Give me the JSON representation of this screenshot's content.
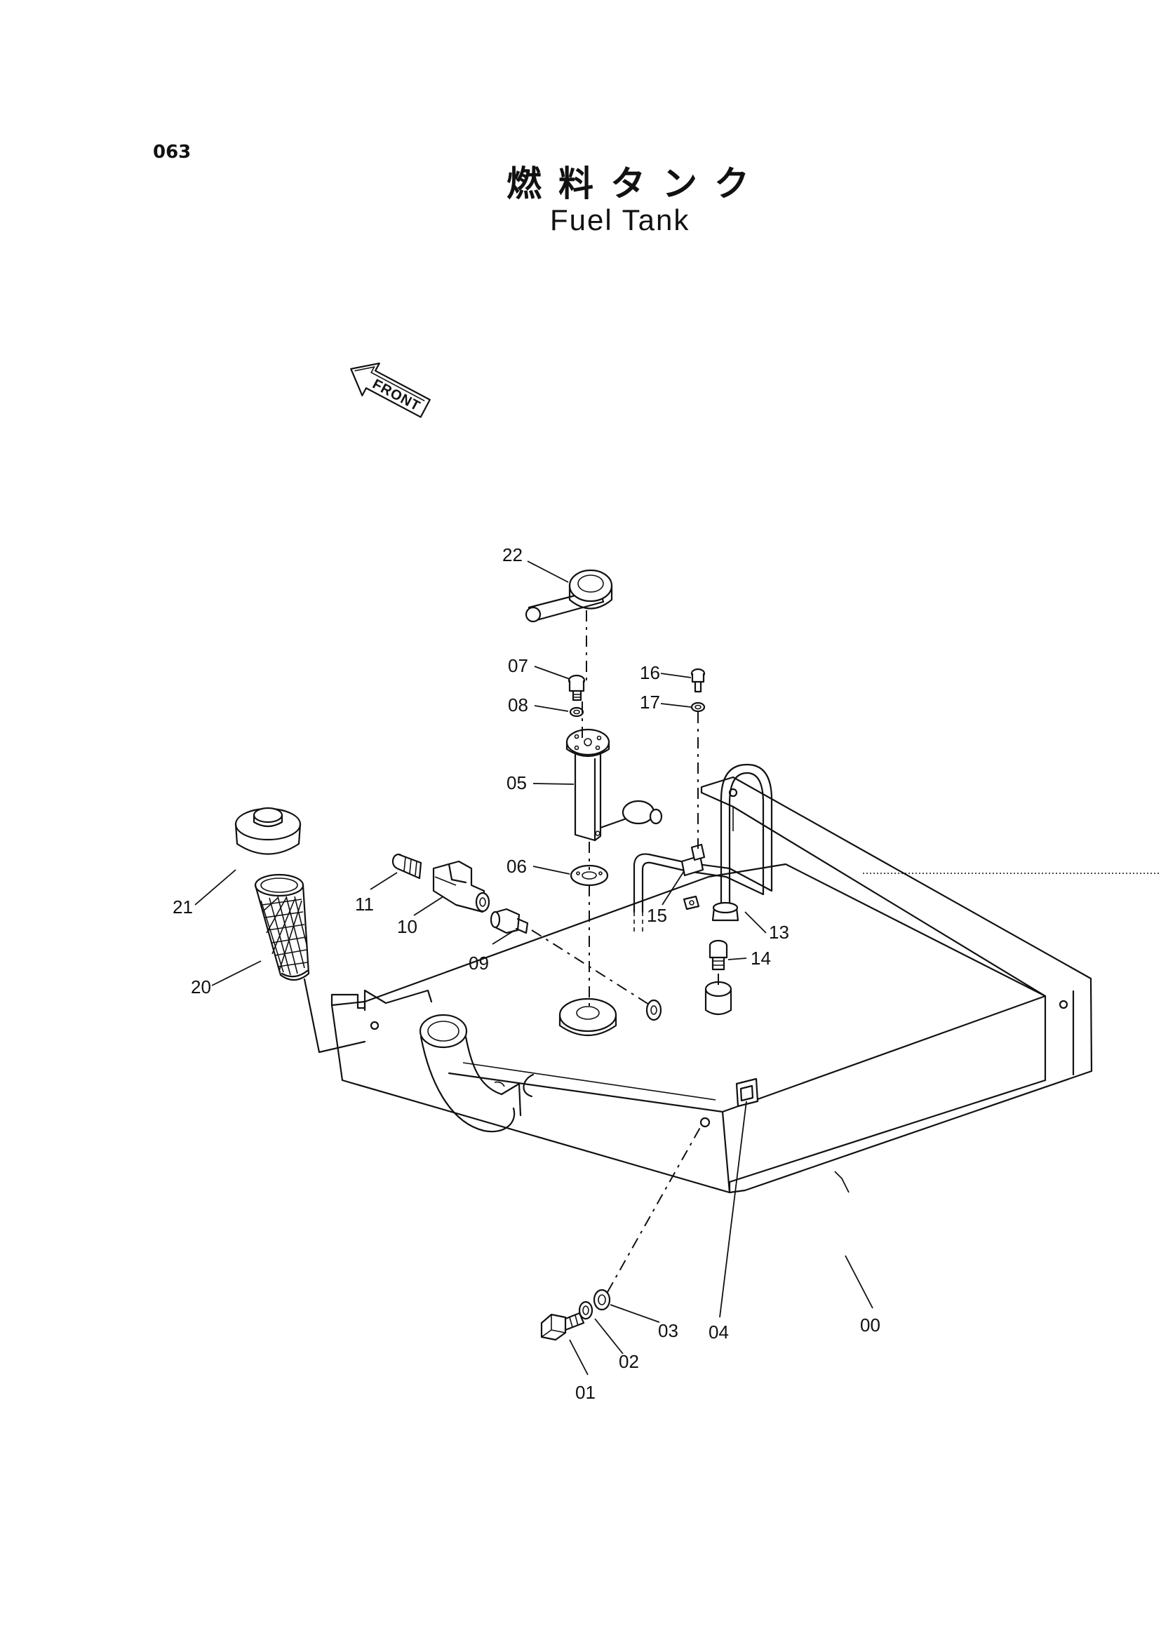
{
  "header": {
    "page_number": "063",
    "title_jp": "燃料タンク",
    "title_en": "Fuel Tank"
  },
  "orientation": {
    "label": "FRONT"
  },
  "callouts": [
    "00",
    "01",
    "02",
    "03",
    "04",
    "05",
    "06",
    "07",
    "08",
    "09",
    "10",
    "11",
    "13",
    "14",
    "15",
    "16",
    "17",
    "20",
    "21",
    "22"
  ]
}
